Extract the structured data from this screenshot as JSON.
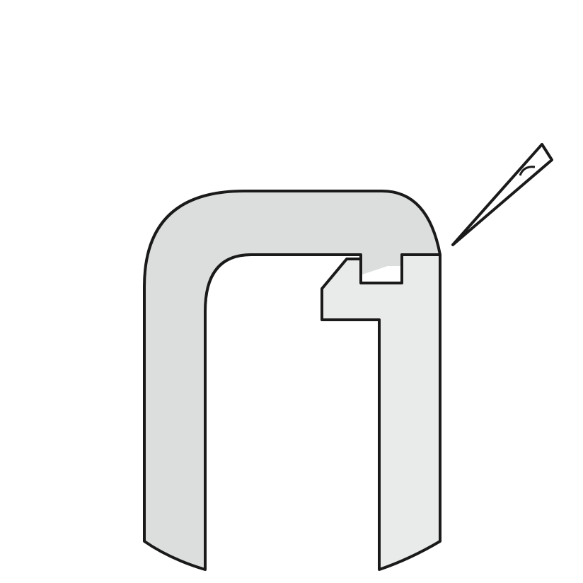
{
  "colors": {
    "background": "#ffffff",
    "stroke": "#1a1a1a",
    "housing_fill": "#dcdedd",
    "insert_fill": "#e9ebea",
    "tool_fill": "#ffffff"
  },
  "icons": {
    "housing": "curved-housing-shape",
    "insert": "slotted-insert-piece",
    "tool": "pointed-probe-tool"
  }
}
